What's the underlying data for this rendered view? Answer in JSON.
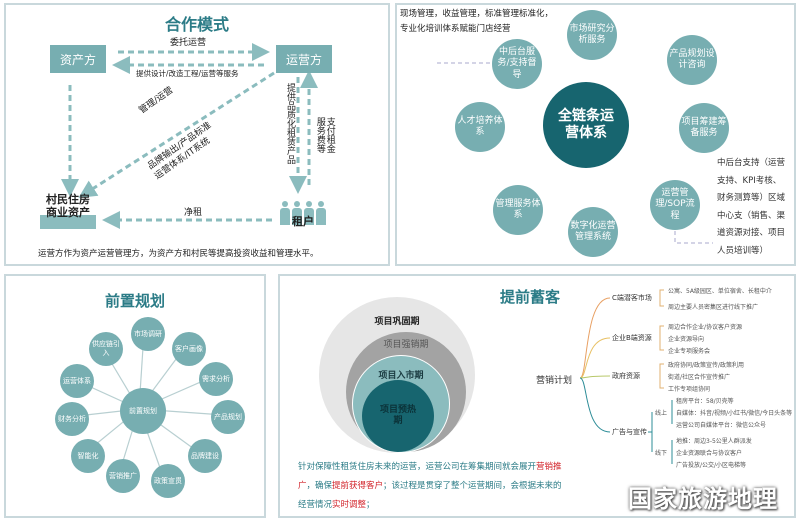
{
  "coop": {
    "title": "合作模式",
    "asset_owner": "资产方",
    "operator": "运营方",
    "entrust": "委托运营",
    "provide_services": "提供设计/改造工程/运营等服务",
    "manage": "管理/运营",
    "brand_line1": "品牌输出/产品标准",
    "brand_line2": "运营体系/IT系统",
    "provide_products": "提供品质化租赁产品",
    "pay_rent": "支付租金服务费等",
    "village_line1": "村民住房",
    "village_line2": "商业资产",
    "tenant": "租户",
    "net_rent": "净租",
    "caption": "运营方作为资产运营管理方，为资产方和村民等提高投资收益和管理水平。"
  },
  "chain": {
    "top_note_1": "现场管理，收益管理，标准管理标准化，",
    "top_note_2": "专业化培训体系赋能门店经营",
    "center": "全链条运营体系",
    "nodes": [
      "市场研究分析服务",
      "中后台服务/支持督导",
      "产品规划设计咨询",
      "人才培养体系",
      "项目筹建筹备服务",
      "管理服务体系",
      "数字化运营管理系统",
      "运营管理/SOP流程"
    ],
    "side_note": [
      "中后台支持（运营",
      "支持、KPI考核、",
      "财务测算等）区域",
      "中心支（销售、渠",
      "道资源对接、项目",
      "人员培训等）"
    ]
  },
  "plan": {
    "title": "前置规划",
    "center": "前置规划",
    "nodes": [
      "市场调研",
      "客户画像",
      "需求分析",
      "产品规划",
      "品牌建设",
      "政策宣贯",
      "营销推广",
      "智能化",
      "财务分析",
      "运营体系",
      "供应链引入"
    ]
  },
  "reserve": {
    "title": "提前蓄客",
    "stages": [
      "项目巩固期",
      "项目强销期",
      "项目入市期",
      "项目预热期"
    ],
    "text_parts": [
      {
        "t": "针对保障性租赁住房未来的运营，运营公司在筹集期间就会展开",
        "red": false
      },
      {
        "t": "营销推广",
        "red": true
      },
      {
        "t": "，确保",
        "red": false
      },
      {
        "t": "提前获得客户",
        "red": true
      },
      {
        "t": "；该过程是贯穿了整个运营期间，会根据未来的经营情况",
        "red": false
      },
      {
        "t": "实时调整",
        "red": true
      },
      {
        "t": "；",
        "red": false
      }
    ],
    "mindmap": {
      "root": "营销计划",
      "branches": [
        {
          "label": "C端潜客市场",
          "items": [
            "公寓、5A级园区、单位宿舍、长租中介",
            "周边主要人员密集区进行线下推广"
          ]
        },
        {
          "label": "企业B端资源",
          "items": [
            "周边合作企业/协议客户资源",
            "企业资源导向",
            "企业专项服务会"
          ]
        },
        {
          "label": "政府资源",
          "items": [
            "政府协同/政策宣传/政策利用",
            "街道/社区合作宣传推广",
            "工作专项组协同"
          ]
        },
        {
          "label": "广告与宣传",
          "online": "线上",
          "offline": "线下",
          "items": [
            "租房平台：58/贝壳等",
            "自媒体：抖音/视频/小红书/微信/今日头条等",
            "运营公司自媒体平台：微信公众号",
            "地推：周边3-5公里人群派发",
            "企业资源联合与协议客户",
            "广告投放/公交/小区电梯等"
          ]
        }
      ]
    }
  },
  "watermark": "国家旅游地理",
  "colors": {
    "teal": "#77aeb1",
    "dark_teal": "#17656f",
    "title": "#2c7c87"
  }
}
